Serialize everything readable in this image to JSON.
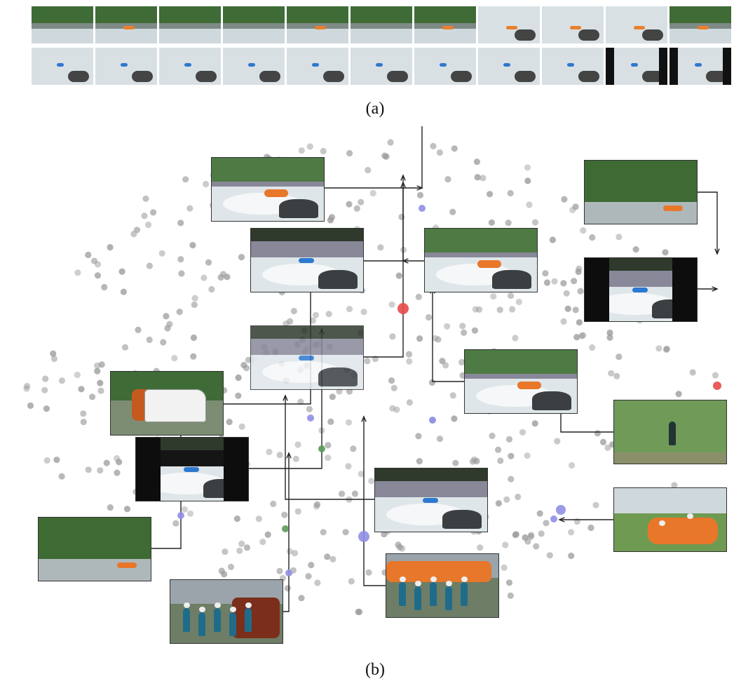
{
  "captions": {
    "a": "(a)",
    "b": "(b)"
  },
  "colors": {
    "point_gray": "#9a9a9a",
    "point_blue": "#8f8fe6",
    "point_red": "#e84a4a",
    "point_green": "#5a9a5a",
    "arrow": "#222222"
  },
  "strip_scenes": [
    "riverbank",
    "people-with-rafts",
    "van",
    "people-loading",
    "raft-on-grass",
    "person-in-forest",
    "raft-river",
    "raft-rapids",
    "raft-whitewater",
    "raft-whitewater",
    "raft-close",
    "kayak-rapids",
    "kayak-rapids",
    "kayak-rapids",
    "kayak-rapids",
    "kayak-rapids",
    "kayak-rapids",
    "kayak-rapids",
    "kayak-rapids",
    "kayak-rapids",
    "kayak-letterbox",
    "kayak-letterbox"
  ],
  "thumbnails": [
    {
      "name": "thumb-raft-river-top",
      "scene": "raft-river"
    },
    {
      "name": "thumb-kayak-rapids-1",
      "scene": "kayak-rapids"
    },
    {
      "name": "thumb-raft-whitewater-1",
      "scene": "raft-whitewater"
    },
    {
      "name": "thumb-kayak-blur",
      "scene": "kayak-blur"
    },
    {
      "name": "thumb-riverbank-right",
      "scene": "riverbank"
    },
    {
      "name": "thumb-kayak-letterbox",
      "scene": "kayak-letterbox"
    },
    {
      "name": "thumb-raft-whitewater-2",
      "scene": "raft-rapids"
    },
    {
      "name": "thumb-van",
      "scene": "van"
    },
    {
      "name": "thumb-dark-rapids",
      "scene": "kayak-letterbox-dark"
    },
    {
      "name": "thumb-person-forest",
      "scene": "person-in-forest"
    },
    {
      "name": "thumb-kayak-rapids-2",
      "scene": "kayak-rapids"
    },
    {
      "name": "thumb-raft-on-grass",
      "scene": "raft-on-grass"
    },
    {
      "name": "thumb-river-trees",
      "scene": "riverbank-wide"
    },
    {
      "name": "thumb-people-rafts",
      "scene": "people-with-rafts"
    },
    {
      "name": "thumb-people-loading",
      "scene": "people-loading"
    }
  ]
}
